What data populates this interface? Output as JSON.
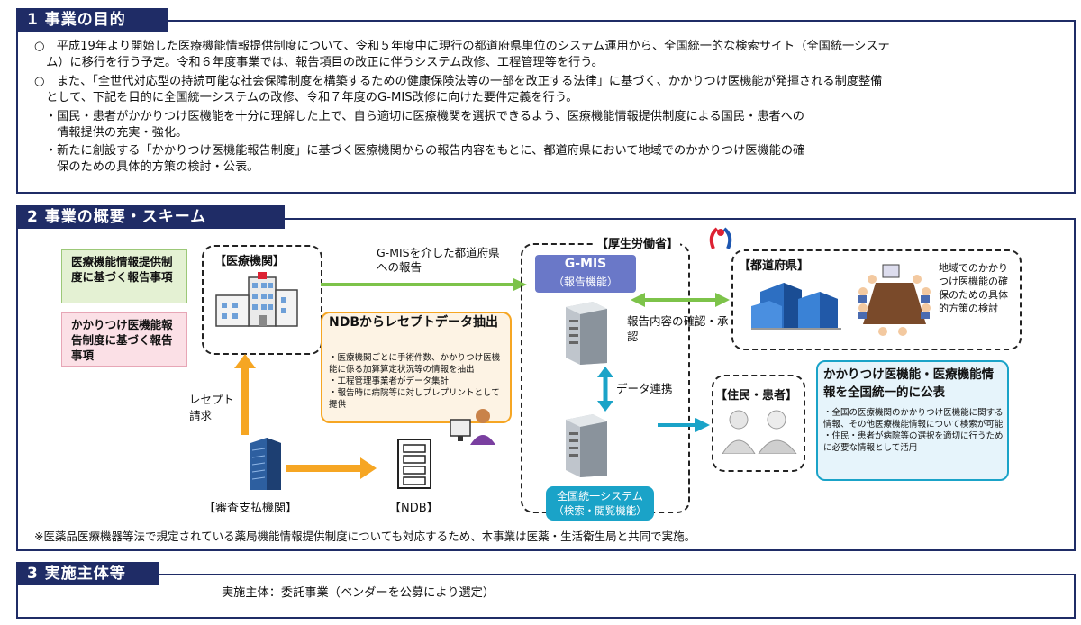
{
  "section1": {
    "title": "1  事業の目的",
    "lines": [
      "○　平成19年より開始した医療機能情報提供制度について、令和５年度中に現行の都道府県単位のシステム運用から、全国統一的な検索サイト（全国統一システ",
      "　ム）に移行を行う予定。令和６年度事業では、報告項目の改正に伴うシステム改修、工程管理等を行う。",
      "○　また、「全世代対応型の持続可能な社会保障制度を構築するための健康保険法等の一部を改正する法律」に基づく、かかりつけ医機能が発揮される制度整備",
      "　として、下記を目的に全国統一システムの改修、令和７年度のG-MIS改修に向けた要件定義を行う。",
      "・国民・患者がかかりつけ医機能を十分に理解した上で、自ら適切に医療機関を選択できるよう、医療機能情報提供制度による国民・患者への",
      "　情報提供の充実・強化。",
      "・新たに創設する「かかりつけ医機能報告制度」に基づく医療機関からの報告内容をもとに、都道府県において地域でのかかりつけ医機能の確",
      "　保のための具体的方策の検討・公表。"
    ]
  },
  "section2": {
    "title": "2  事業の概要・スキーム",
    "item_green": "医療機能情報提供制度に基づく報告事項",
    "item_pink": "かかりつけ医機能報告制度に基づく報告事項",
    "iryokikan": "【医療機関】",
    "arrow_label": "G-MISを介した都道府県への報告",
    "mhlw": "【厚生労働省】",
    "gmis_name": "G-MIS",
    "gmis_sub": "（報告機能）",
    "kakunin": "報告内容の確認・承認",
    "data_renkei": "データ連携",
    "zenkoku_name": "全国統一システム",
    "zenkoku_sub": "（検索・閲覧機能）",
    "todofuken": "【都道府県】",
    "todofuken_text": "地域でのかかりつけ医機能の確保のための具体的方策の検討",
    "jumin": "【住民・患者】",
    "koukai_title": "かかりつけ医機能・医療機能情報を全国統一的に公表",
    "koukai_bullets": [
      "・全国の医療機関のかかりつけ医機能に関する情報、その他医療機能情報について検索が可能",
      "・住民・患者が病院等の選択を適切に行うために必要な情報として活用"
    ],
    "ndb_title": "NDBからレセプトデータ抽出",
    "ndb_bullets": [
      "・医療機関ごとに手術件数、かかりつけ医機能に係る加算算定状況等の情報を抽出",
      "・工程管理事業者がデータ集計",
      "・報告時に病院等に対しプレプリントとして提供"
    ],
    "receipt": "レセプト請求",
    "shinsa": "【審査支払機関】",
    "ndb_label": "【NDB】",
    "note": "※医薬品医療機器等法で規定されている薬局機能情報提供制度についても対応するため、本事業は医薬・生活衛生局と共同で実施。"
  },
  "section3": {
    "title": "3  実施主体等",
    "text": "実施主体：委託事業（ベンダーを公募により選定）"
  },
  "colors": {
    "navy": "#1f2c66",
    "green_box": "#e4f1d3",
    "pink_box": "#fbe0e6",
    "orange": "#f6a623",
    "teal": "#1aa3c8"
  }
}
